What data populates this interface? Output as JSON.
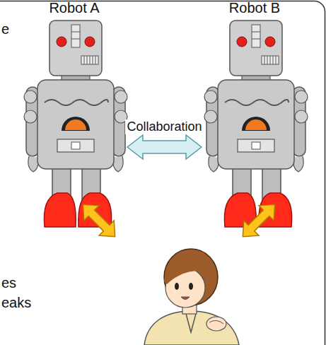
{
  "diagram": {
    "nodes": [
      {
        "text": [
          "Robot A"
        ]
      },
      {
        "text": [
          "Robot B"
        ]
      }
    ],
    "edges": [
      {
        "from": 0,
        "to": 1,
        "arrow": "both",
        "label": "Collaboration"
      }
    ],
    "labels": [
      "e",
      "es",
      "eaks"
    ]
  }
}
